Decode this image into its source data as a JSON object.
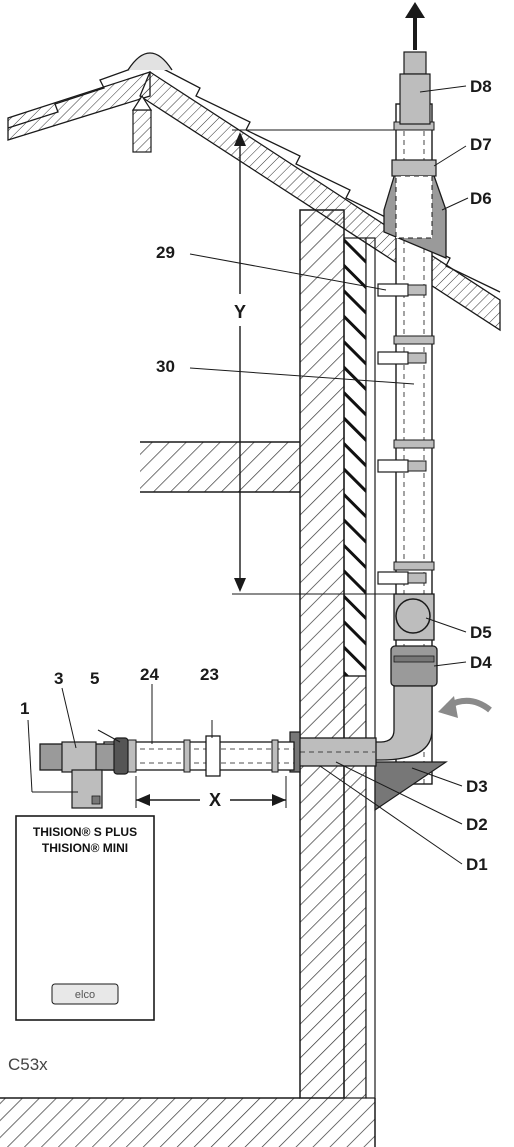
{
  "labels": {
    "d1": "D1",
    "d2": "D2",
    "d3": "D3",
    "d4": "D4",
    "d5": "D5",
    "d6": "D6",
    "d7": "D7",
    "d8": "D8",
    "n1": "1",
    "n3": "3",
    "n5": "5",
    "n23": "23",
    "n24": "24",
    "n29": "29",
    "n30": "30"
  },
  "dimensions": {
    "x": "X",
    "y": "Y"
  },
  "boiler": {
    "line1": "THISION® S PLUS",
    "line2": "THISION® MINI",
    "brand": "elco"
  },
  "config_code": "C53x",
  "colors": {
    "line": "#1a1a1a",
    "pipe_fill": "#bdbdbd",
    "pipe_light": "#e2e2e2",
    "dark": "#777777",
    "arrow": "#8a8a8a"
  }
}
